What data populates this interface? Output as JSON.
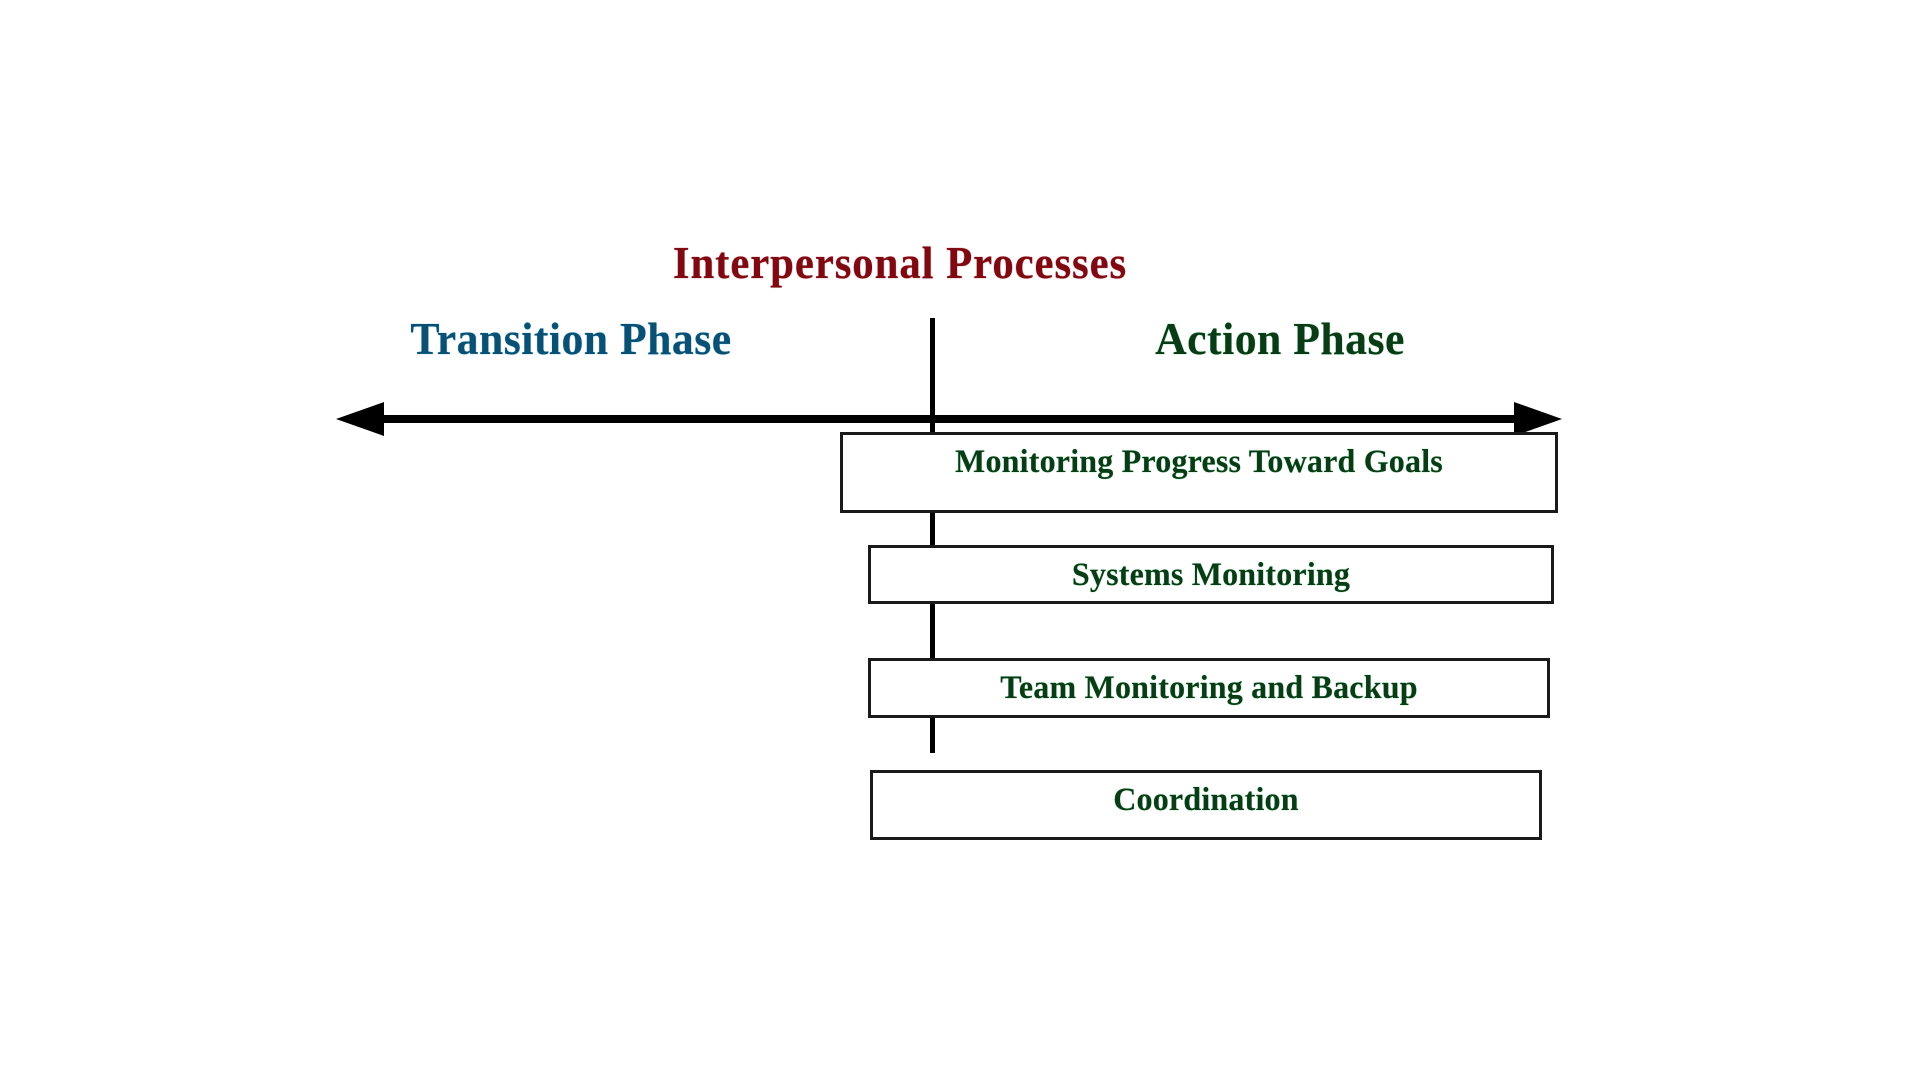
{
  "diagram": {
    "title": "Interpersonal Processes",
    "title_color": "#7d0a13",
    "phases": [
      {
        "id": "transition",
        "label": "Transition Phase",
        "color": "#0b4f73",
        "side": "left"
      },
      {
        "id": "action",
        "label": "Action Phase",
        "color": "#0a3a18",
        "side": "right"
      }
    ],
    "axis": {
      "type": "double-headed-arrow",
      "orientation": "horizontal",
      "color": "#000000",
      "left_arrow": "arrow-left",
      "right_arrow": "arrow-right"
    },
    "divider": {
      "orientation": "vertical",
      "color": "#000000",
      "separates": "Transition Phase | Action Phase"
    },
    "box_text_color": "#0a3a18",
    "box_border_color": "#1a1a1a",
    "boxes": [
      {
        "id": "monitoring-progress-toward-goals",
        "label": "Monitoring Progress Toward Goals",
        "phase": "action",
        "order": 1
      },
      {
        "id": "systems-monitoring",
        "label": "Systems Monitoring",
        "phase": "action",
        "order": 2
      },
      {
        "id": "team-monitoring-and-backup",
        "label": "Team Monitoring and Backup",
        "phase": "action",
        "order": 3
      },
      {
        "id": "coordination",
        "label": "Coordination",
        "phase": "action",
        "order": 4
      }
    ]
  }
}
